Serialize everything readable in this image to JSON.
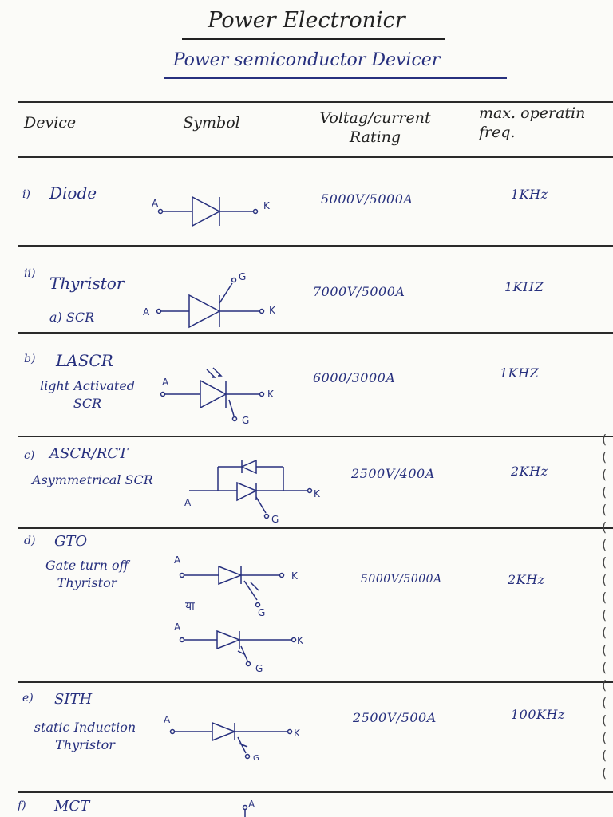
{
  "title": "Power Electronicr",
  "subtitle": "Power semiconductor Devicer",
  "headers": {
    "device": "Device",
    "symbol": "Symbol",
    "rating": "Voltag/current Rating",
    "freq": "max. operatin freq."
  },
  "rows": [
    {
      "num": "i)",
      "name": "Diode",
      "sub": "",
      "rating": "5000V/5000A",
      "freq": "1KHz"
    },
    {
      "num": "ii)",
      "name": "Thyristor",
      "sub": "a) SCR",
      "rating": "7000V/5000A",
      "freq": "1KHZ"
    },
    {
      "num": "b)",
      "name": "LASCR",
      "sub": "light Activated SCR",
      "rating": "6000/3000A",
      "freq": "1KHZ"
    },
    {
      "num": "c)",
      "name": "ASCR/RCT",
      "sub": "Asymmetrical SCR",
      "rating": "2500V/400A",
      "freq": "2KHz"
    },
    {
      "num": "d)",
      "name": "GTO",
      "sub": "Gate turn off Thyristor",
      "rating": "5000V/5000A",
      "freq": "2KHz"
    },
    {
      "num": "e)",
      "name": "SITH",
      "sub": "static Induction Thyristor",
      "rating": "2500V/500A",
      "freq": "100KHz"
    },
    {
      "num": "f)",
      "name": "MCT",
      "sub": "",
      "rating": "",
      "freq": ""
    }
  ],
  "symbol_labels": {
    "anode": "A",
    "cathode": "K",
    "gate": "G",
    "or": "या"
  },
  "colors": {
    "ink_blue": "#27307e",
    "ink_black": "#222222",
    "paper": "#fbfbf8"
  }
}
